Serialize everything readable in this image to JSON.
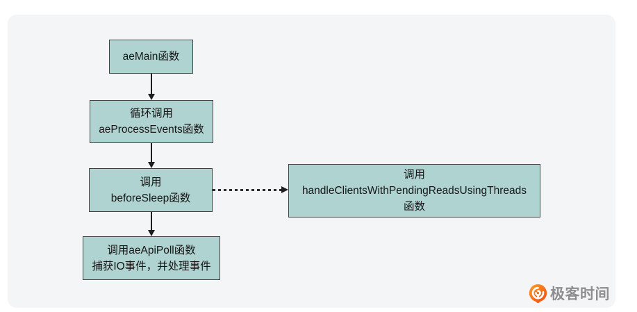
{
  "panel": {
    "background": "#f4f5f7"
  },
  "colors": {
    "box_fill": "#aed3d1",
    "box_border": "#414141",
    "box_text": "#161616",
    "arrow": "#1d1d1d",
    "logo_orange_start": "#ffa02c",
    "logo_orange_end": "#f04f0f",
    "logo_text_color": "#8e8e8e"
  },
  "flowchart": {
    "nodes": [
      {
        "id": "aemain",
        "lines": [
          "aeMain函数"
        ]
      },
      {
        "id": "aeprocessevents",
        "lines": [
          "循环调用",
          "aeProcessEvents函数"
        ]
      },
      {
        "id": "beforesleep",
        "lines": [
          "调用",
          "beforeSleep函数"
        ]
      },
      {
        "id": "aeapipoll",
        "lines": [
          "调用aeApiPoll函数",
          "捕获IO事件，并处理事件"
        ]
      },
      {
        "id": "handleclients",
        "lines": [
          "调用",
          "handleClientsWithPendingReadsUsingThreads",
          "函数"
        ]
      }
    ],
    "edges": [
      {
        "from": "aemain",
        "to": "aeprocessevents",
        "style": "solid",
        "direction": "down"
      },
      {
        "from": "aeprocessevents",
        "to": "beforesleep",
        "style": "solid",
        "direction": "down"
      },
      {
        "from": "beforesleep",
        "to": "aeapipoll",
        "style": "solid",
        "direction": "down"
      },
      {
        "from": "beforesleep",
        "to": "handleclients",
        "style": "dashed",
        "direction": "right"
      }
    ]
  },
  "logo": {
    "icon": "geektime-logo-icon",
    "text": "极客时间"
  }
}
